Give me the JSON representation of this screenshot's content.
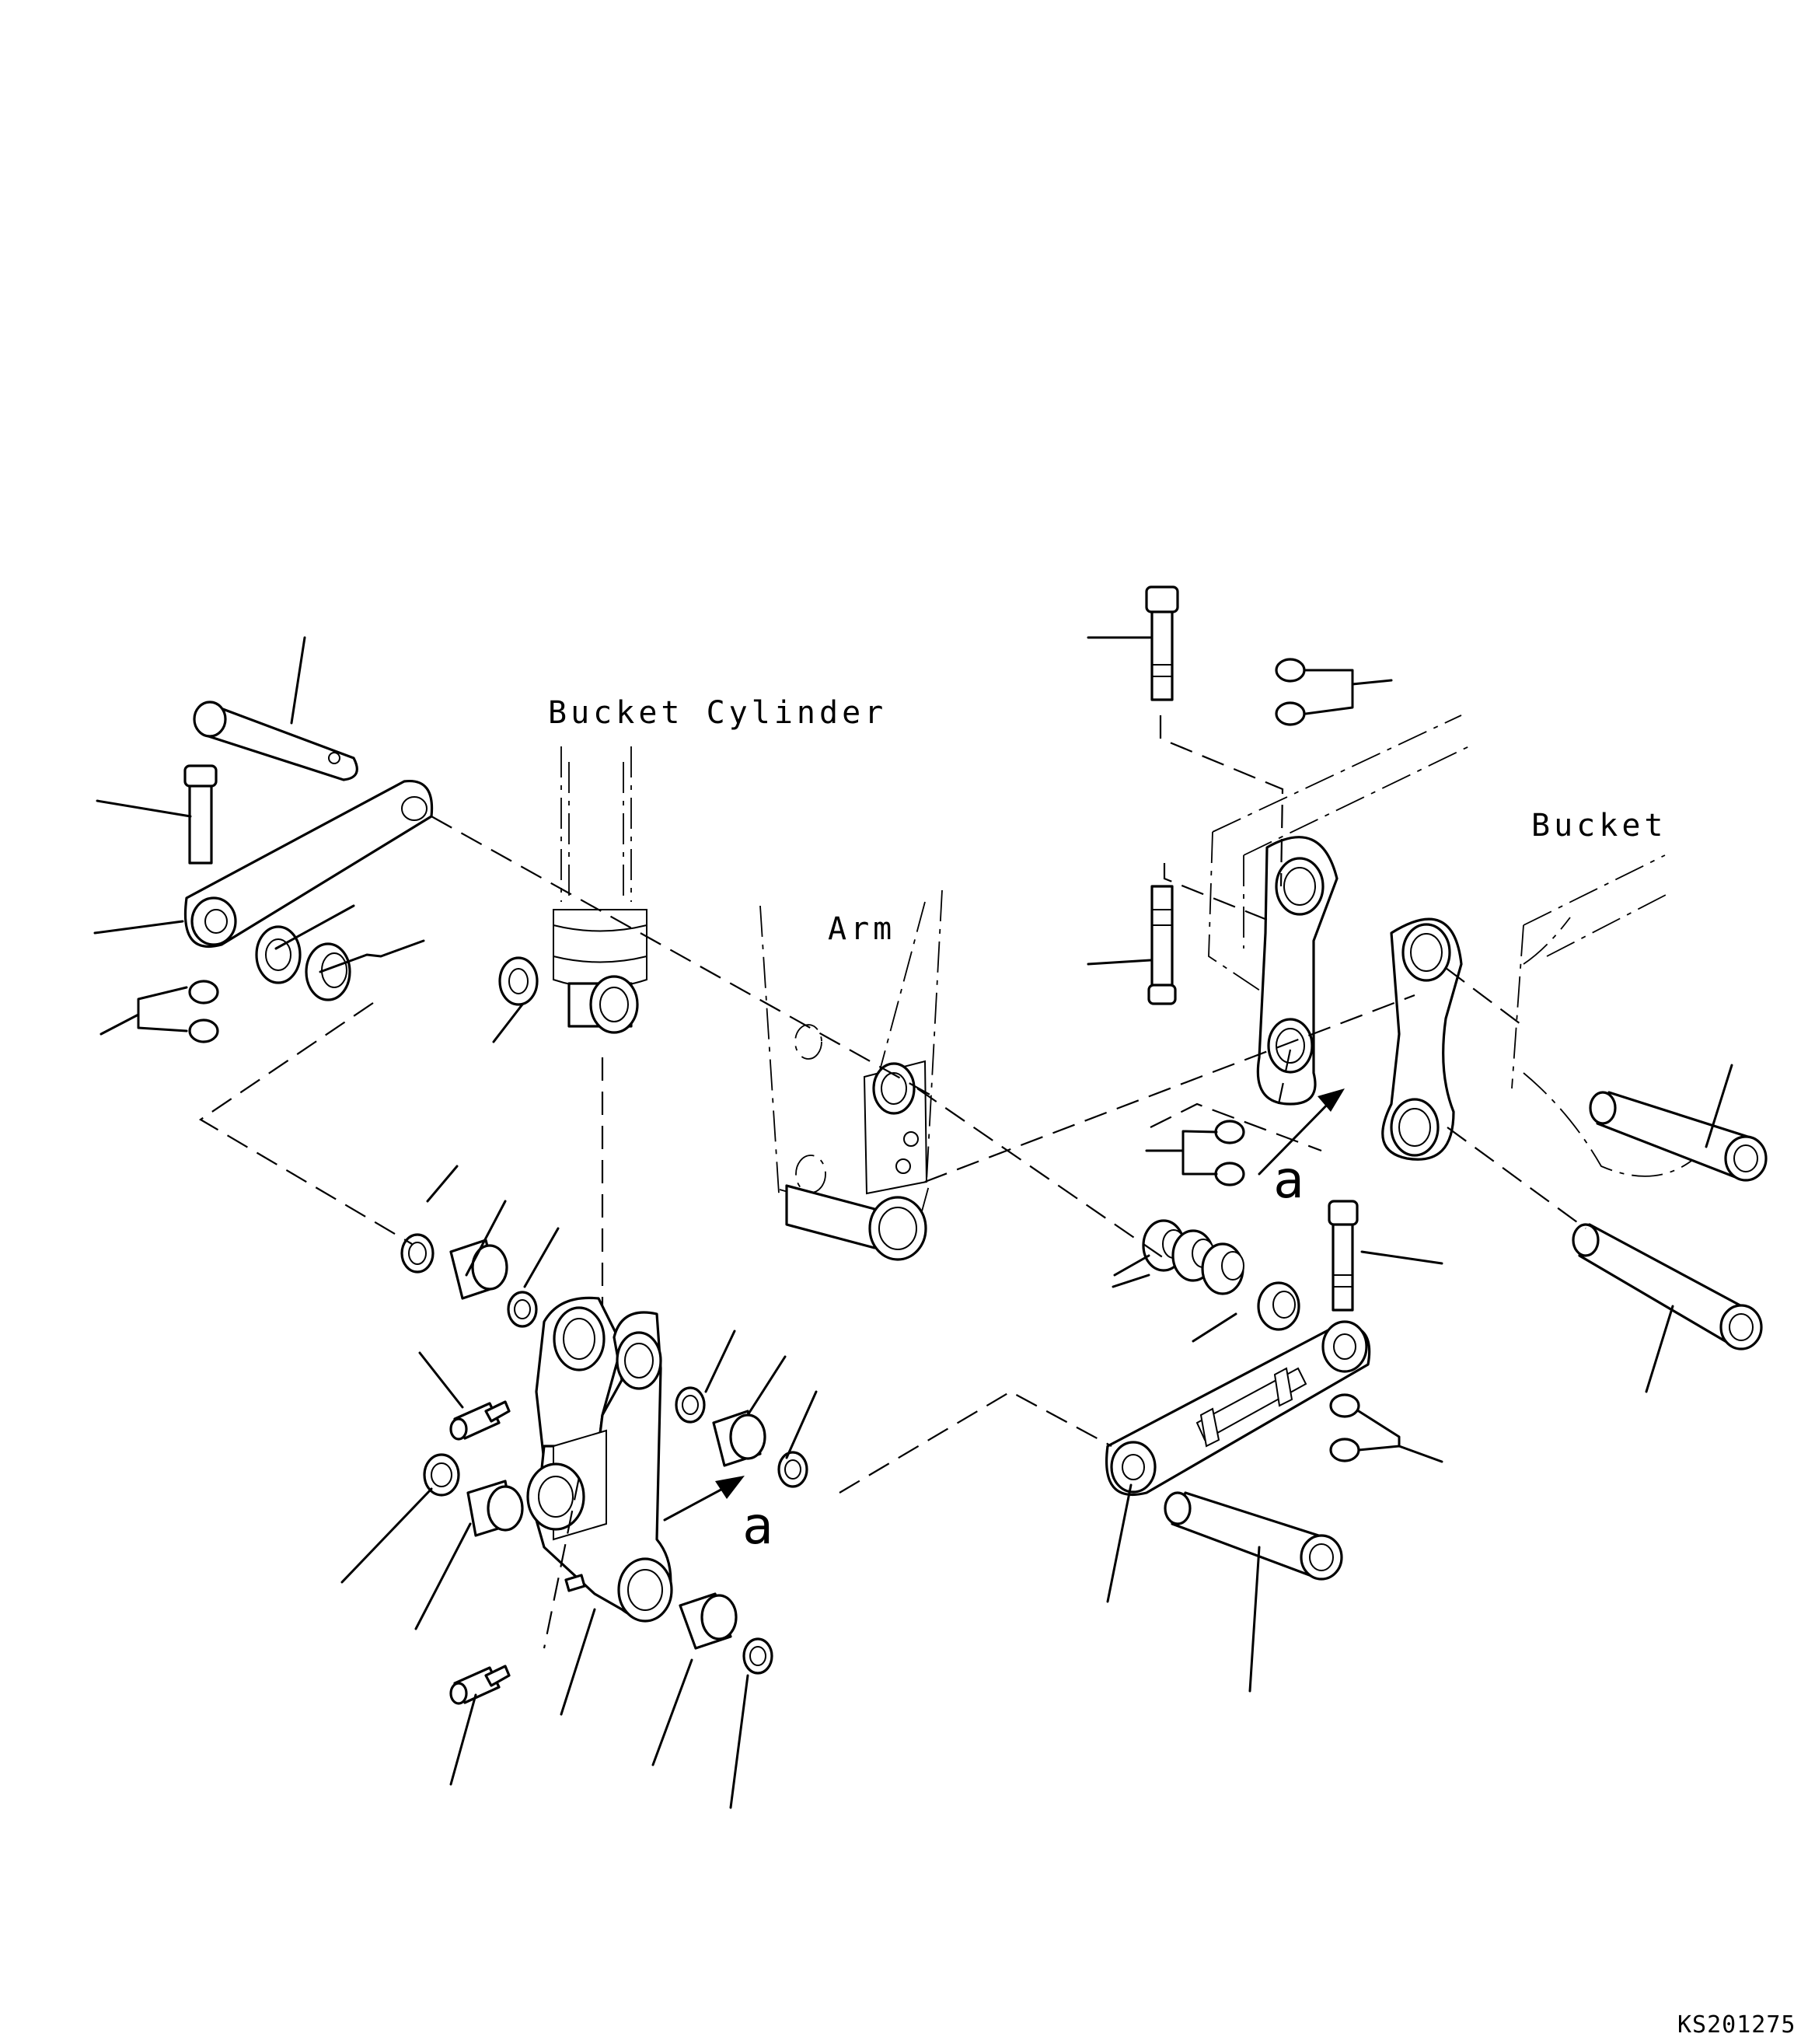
{
  "labels": {
    "bucket_cylinder": "Bucket Cylinder",
    "arm": "Arm",
    "bucket": "Bucket",
    "view_a_1": "a",
    "view_a_2": "a",
    "drawing_id": "KS201275"
  }
}
